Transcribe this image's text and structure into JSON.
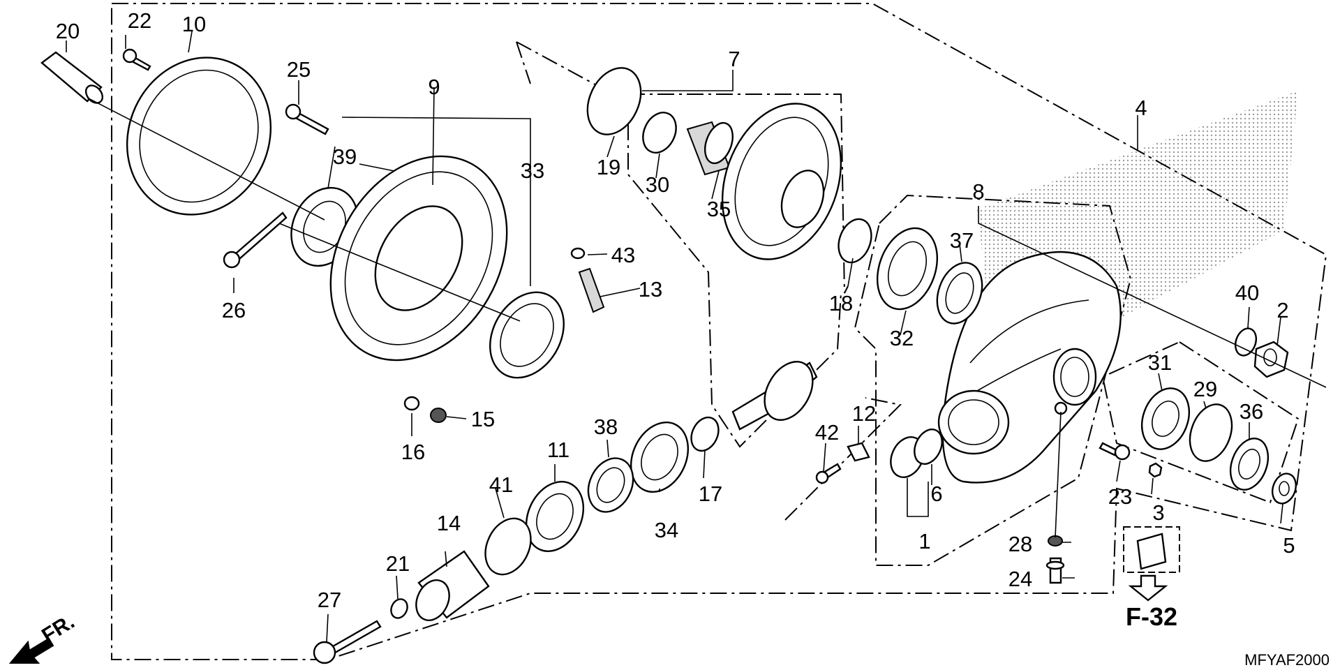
{
  "diagram": {
    "callouts": {
      "p1": "1",
      "p2": "2",
      "p3": "3",
      "p4": "4",
      "p5": "5",
      "p6": "6",
      "p7": "7",
      "p8": "8",
      "p9": "9",
      "p10": "10",
      "p11": "11",
      "p12": "12",
      "p13": "13",
      "p14": "14",
      "p15": "15",
      "p16": "16",
      "p17": "17",
      "p18": "18",
      "p19": "19",
      "p20": "20",
      "p21": "21",
      "p22": "22",
      "p23": "23",
      "p24": "24",
      "p25": "25",
      "p26": "26",
      "p27": "27",
      "p28": "28",
      "p29": "29",
      "p30": "30",
      "p31": "31",
      "p32": "32",
      "p33": "33",
      "p34": "34",
      "p35": "35",
      "p36": "36",
      "p37": "37",
      "p38": "38",
      "p39": "39",
      "p40": "40",
      "p41": "41",
      "p42": "42",
      "p43": "43"
    },
    "reference_label": "F-32",
    "front_indicator": "FR.",
    "diagram_code": "MFYAF2000"
  }
}
